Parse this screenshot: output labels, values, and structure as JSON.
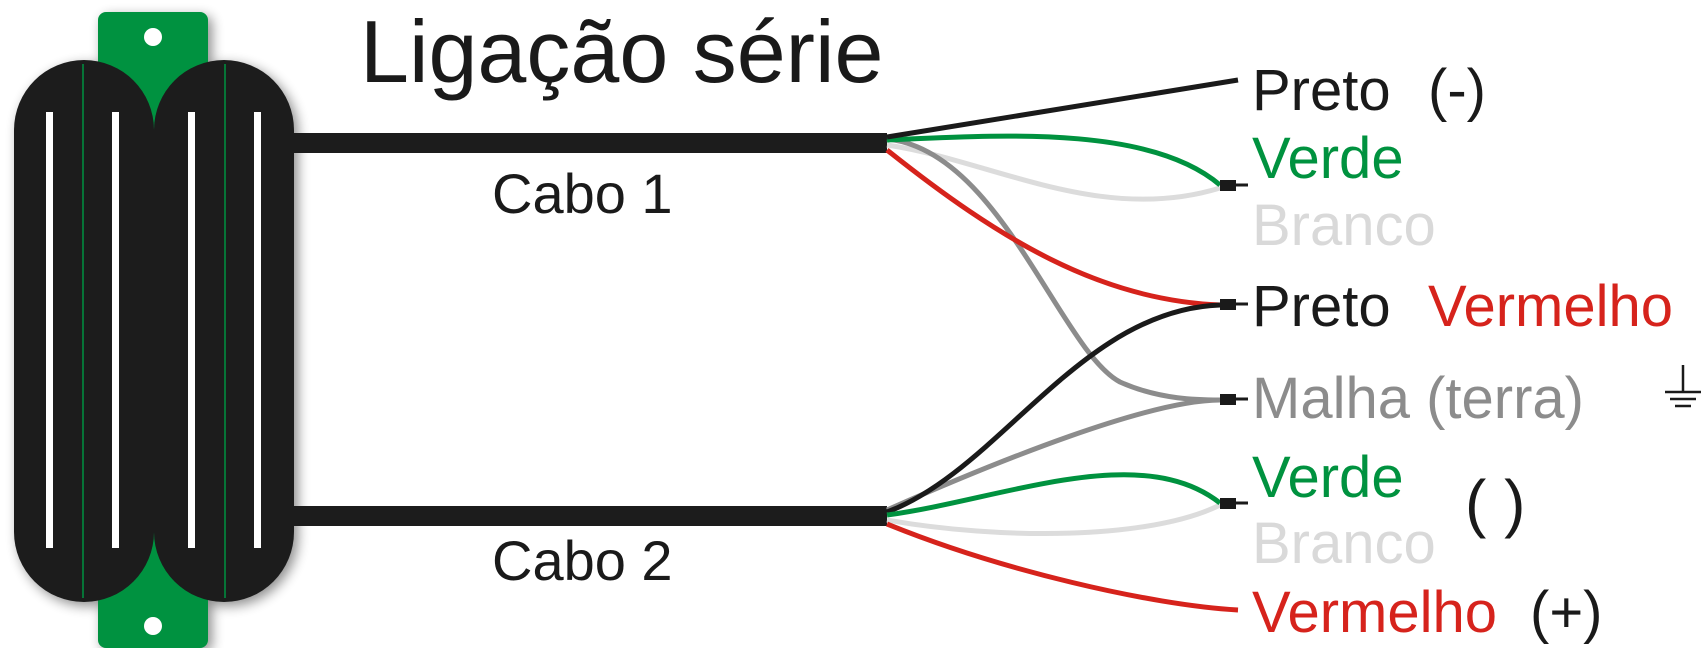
{
  "title": "Ligação série",
  "cables": [
    {
      "label": "Cabo 1"
    },
    {
      "label": "Cabo 2"
    }
  ],
  "wires": [
    {
      "label": "Preto",
      "suffix": "(-)",
      "color": "#1a1a1a",
      "suffix_color": "#1a1a1a"
    },
    {
      "label": "Verde",
      "color": "#00923f"
    },
    {
      "label": "Branco",
      "color": "#d9d9d9"
    },
    {
      "label": "Preto",
      "suffix": "Vermelho",
      "color": "#1a1a1a",
      "suffix_color": "#d6231c"
    },
    {
      "label": "Malha (terra)",
      "color": "#8c8c8c"
    },
    {
      "label": "Verde",
      "suffix": "(  )",
      "color": "#00923f",
      "suffix_color": "#1a1a1a"
    },
    {
      "label": "Branco",
      "color": "#d9d9d9"
    },
    {
      "label": "Vermelho",
      "suffix": "(+)",
      "color": "#d6231c",
      "suffix_color": "#1a1a1a"
    }
  ],
  "icons": {
    "ground": "ground-symbol-icon",
    "pickup": "humbucker-pickup-icon"
  },
  "colors": {
    "pickup_body": "#1c1c1c",
    "pickup_plate": "#00923f",
    "cable": "#1c1c1c",
    "pole": "#ffffff"
  }
}
